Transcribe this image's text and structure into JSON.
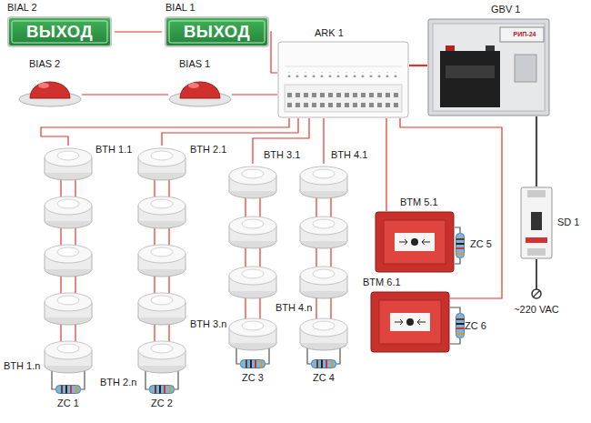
{
  "diagram": {
    "nodes": [
      {
        "text": [
          "BIAL 2",
          "ВЫХОД"
        ]
      },
      {
        "text": [
          "BIAL 1",
          "ВЫХОД"
        ]
      },
      {
        "text": [
          "ARK 1"
        ]
      },
      {
        "text": [
          "GBV 1",
          "РИП-24"
        ]
      },
      {
        "text": [
          "BIAS 2"
        ]
      },
      {
        "text": [
          "BIAS 1"
        ]
      },
      {
        "text": [
          "BTH 1.1"
        ]
      },
      {
        "text": [
          "BTH 2.1"
        ]
      },
      {
        "text": [
          "BTH 3.1"
        ]
      },
      {
        "text": [
          "BTH 4.1"
        ]
      },
      {
        "text": [
          "BTM 5.1"
        ]
      },
      {
        "text": [
          "SD 1"
        ]
      },
      {
        "text": [
          "BTM 6.1"
        ]
      },
      {
        "text": [
          "BTH 3.n"
        ]
      },
      {
        "text": [
          "BTH 4.n"
        ]
      },
      {
        "text": [
          "BTH 2.n"
        ]
      },
      {
        "text": [
          "BTH 1.n"
        ]
      }
    ],
    "edges": [
      {
        "from": 0,
        "to": 1,
        "arrow": "none"
      },
      {
        "from": 1,
        "to": 2,
        "arrow": "none"
      },
      {
        "from": 4,
        "to": 5,
        "arrow": "none"
      },
      {
        "from": 5,
        "to": 2,
        "arrow": "none"
      },
      {
        "from": 2,
        "to": 3,
        "arrow": "none"
      },
      {
        "from": 3,
        "to": 11,
        "arrow": "none"
      },
      {
        "from": 2,
        "to": 6,
        "arrow": "none"
      },
      {
        "from": 2,
        "to": 7,
        "arrow": "none"
      },
      {
        "from": 2,
        "to": 8,
        "arrow": "none"
      },
      {
        "from": 2,
        "to": 9,
        "arrow": "none"
      },
      {
        "from": 2,
        "to": 10,
        "arrow": "none"
      },
      {
        "from": 2,
        "to": 12,
        "arrow": "none"
      }
    ],
    "labels": [
      "ZC 5",
      "~220 VAC",
      "ZC 6",
      "ZC 3",
      "ZC 4",
      "ZC 1",
      "ZC 2"
    ]
  }
}
